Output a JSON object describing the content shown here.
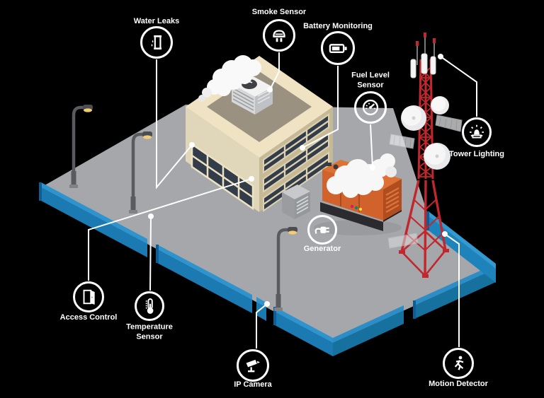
{
  "background": "#000000",
  "diagram": {
    "description": "Isometric telecom base-station site monitoring infographic",
    "scene_objects": [
      "ground-platform",
      "perimeter-wall",
      "street-lamp",
      "office-building",
      "rooftop-ac-unit",
      "roof-smoke",
      "electrical-cabinet",
      "diesel-generator",
      "generator-smoke",
      "lattice-tower",
      "dish-antenna",
      "grid-antenna",
      "gate-post"
    ],
    "colors": {
      "ground": "#a5a7aa",
      "wall_top": "#2f93cd",
      "wall_face_left": "#1b7ab2",
      "wall_face_right": "#16719e",
      "wall_face_inner": "#1e82bb",
      "wall_cap": "#0d5e94",
      "building_left_wall": "#e0d6ba",
      "building_right_wall": "#c6b996",
      "roof_border": "#efe3c3",
      "roof_inner": "#9a9181",
      "window": "#333c49",
      "window_frame": "#e8dec0",
      "tower_red": "#c1272d",
      "generator_orange": "#d2622b",
      "generator_orange_dark": "#b04c1d",
      "generator_base": "#2b2b2f",
      "lamp_pole": "#5a5b5e",
      "lamp_glow": "#f2cd74",
      "smoke": "#f7f7f7",
      "connector_line": "#ffffff",
      "label_text": "#ffffff"
    }
  },
  "sensors": [
    {
      "id": "water-leaks",
      "label": "Water Leaks",
      "icon": "water-leak-icon"
    },
    {
      "id": "smoke-sensor",
      "label": "Smoke Sensor",
      "icon": "smoke-detector-icon"
    },
    {
      "id": "battery-monitoring",
      "label": "Battery Monitoring",
      "icon": "battery-icon"
    },
    {
      "id": "fuel-level-sensor",
      "label": "Fuel Level Sensor",
      "icon": "fuel-gauge-icon"
    },
    {
      "id": "tower-lighting",
      "label": "Tower Lighting",
      "icon": "beacon-light-icon"
    },
    {
      "id": "generator",
      "label": "Generator",
      "icon": "power-plug-icon"
    },
    {
      "id": "access-control",
      "label": "Access Control",
      "icon": "door-icon"
    },
    {
      "id": "temperature-sensor",
      "label": "Temperature Sensor",
      "icon": "thermometer-icon"
    },
    {
      "id": "ip-camera",
      "label": "IP Camera",
      "icon": "cctv-camera-icon"
    },
    {
      "id": "motion-detector",
      "label": "Motion Detector",
      "icon": "running-person-icon"
    }
  ]
}
